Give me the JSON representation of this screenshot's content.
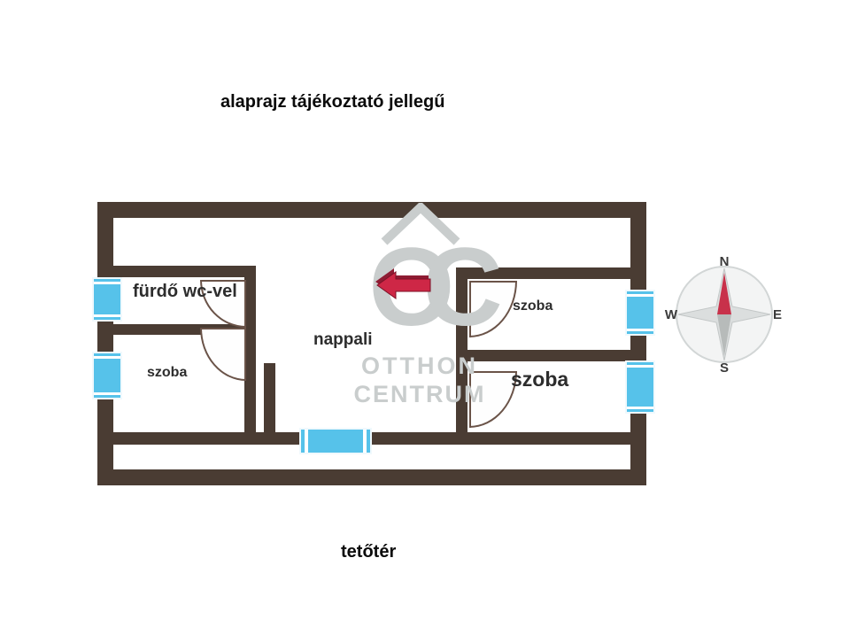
{
  "header": {
    "title": "alaprajz tájékoztató jellegű"
  },
  "footer": {
    "label": "tetőtér"
  },
  "rooms": [
    {
      "name": "bathroom",
      "label": "fürdő wc-vel"
    },
    {
      "name": "bedroom-left",
      "label": "szoba"
    },
    {
      "name": "living-room",
      "label": "nappali"
    },
    {
      "name": "bedroom-top-right",
      "label": "szoba"
    },
    {
      "name": "bedroom-bottom-right",
      "label": "szoba"
    }
  ],
  "watermark": {
    "logo": "OC",
    "line1": "OTTHON",
    "line2": "CENTRUM"
  },
  "compass": {
    "n": "N",
    "e": "E",
    "s": "S",
    "w": "W"
  },
  "colors": {
    "wall": "#4a3c33",
    "window": "#56c2ea",
    "watermark": "#c9cdcd",
    "arrow": "#ce2746",
    "arrow-dark": "#8e1c33",
    "needle": "#c8314a",
    "label": "#2d2d2d"
  }
}
